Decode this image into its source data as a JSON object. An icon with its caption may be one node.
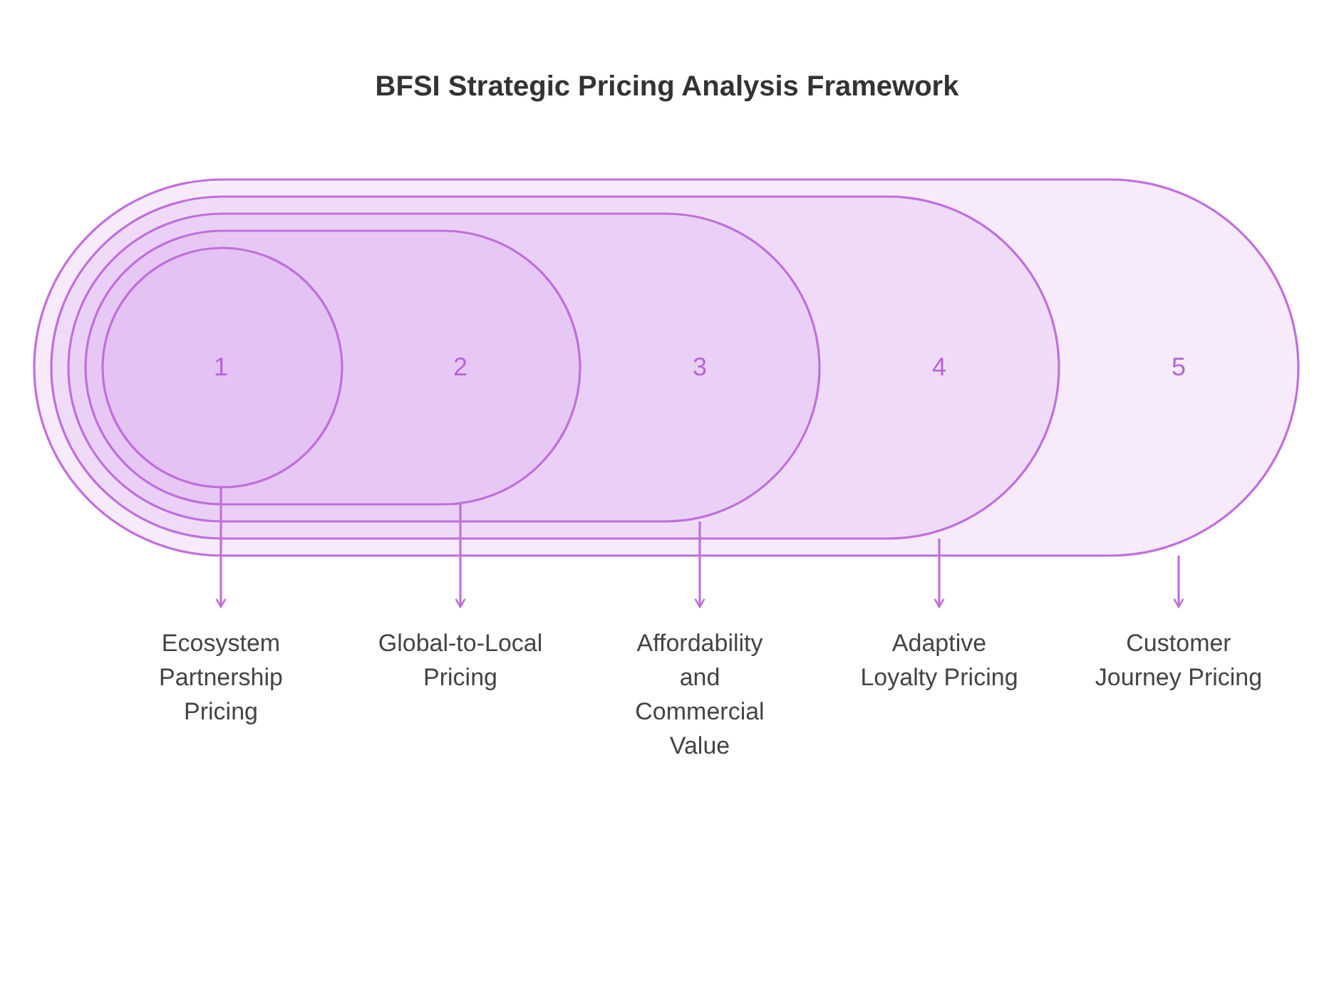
{
  "diagram": {
    "title": "BFSI Strategic Pricing Analysis Framework",
    "nodes": [
      {
        "text": [
          "5"
        ]
      },
      {
        "text": [
          "4"
        ],
        "in": 0
      },
      {
        "text": [
          "3"
        ],
        "in": 1
      },
      {
        "text": [
          "2"
        ],
        "in": 2
      },
      {
        "text": [
          "1"
        ],
        "in": 3
      },
      {
        "text": [
          "Ecosystem Partnership Pricing"
        ]
      },
      {
        "text": [
          "Global-to-Local Pricing"
        ]
      },
      {
        "text": [
          "Affordability and Commercial Value"
        ]
      },
      {
        "text": [
          "Adaptive Loyalty Pricing"
        ]
      },
      {
        "text": [
          "Customer Journey Pricing"
        ]
      }
    ],
    "edges": [
      {
        "from": 4,
        "to": 5,
        "arrow": "to"
      },
      {
        "from": 3,
        "to": 6,
        "arrow": "to"
      },
      {
        "from": 2,
        "to": 7,
        "arrow": "to"
      },
      {
        "from": 1,
        "to": 8,
        "arrow": "to"
      },
      {
        "from": 0,
        "to": 9,
        "arrow": "to"
      }
    ]
  }
}
